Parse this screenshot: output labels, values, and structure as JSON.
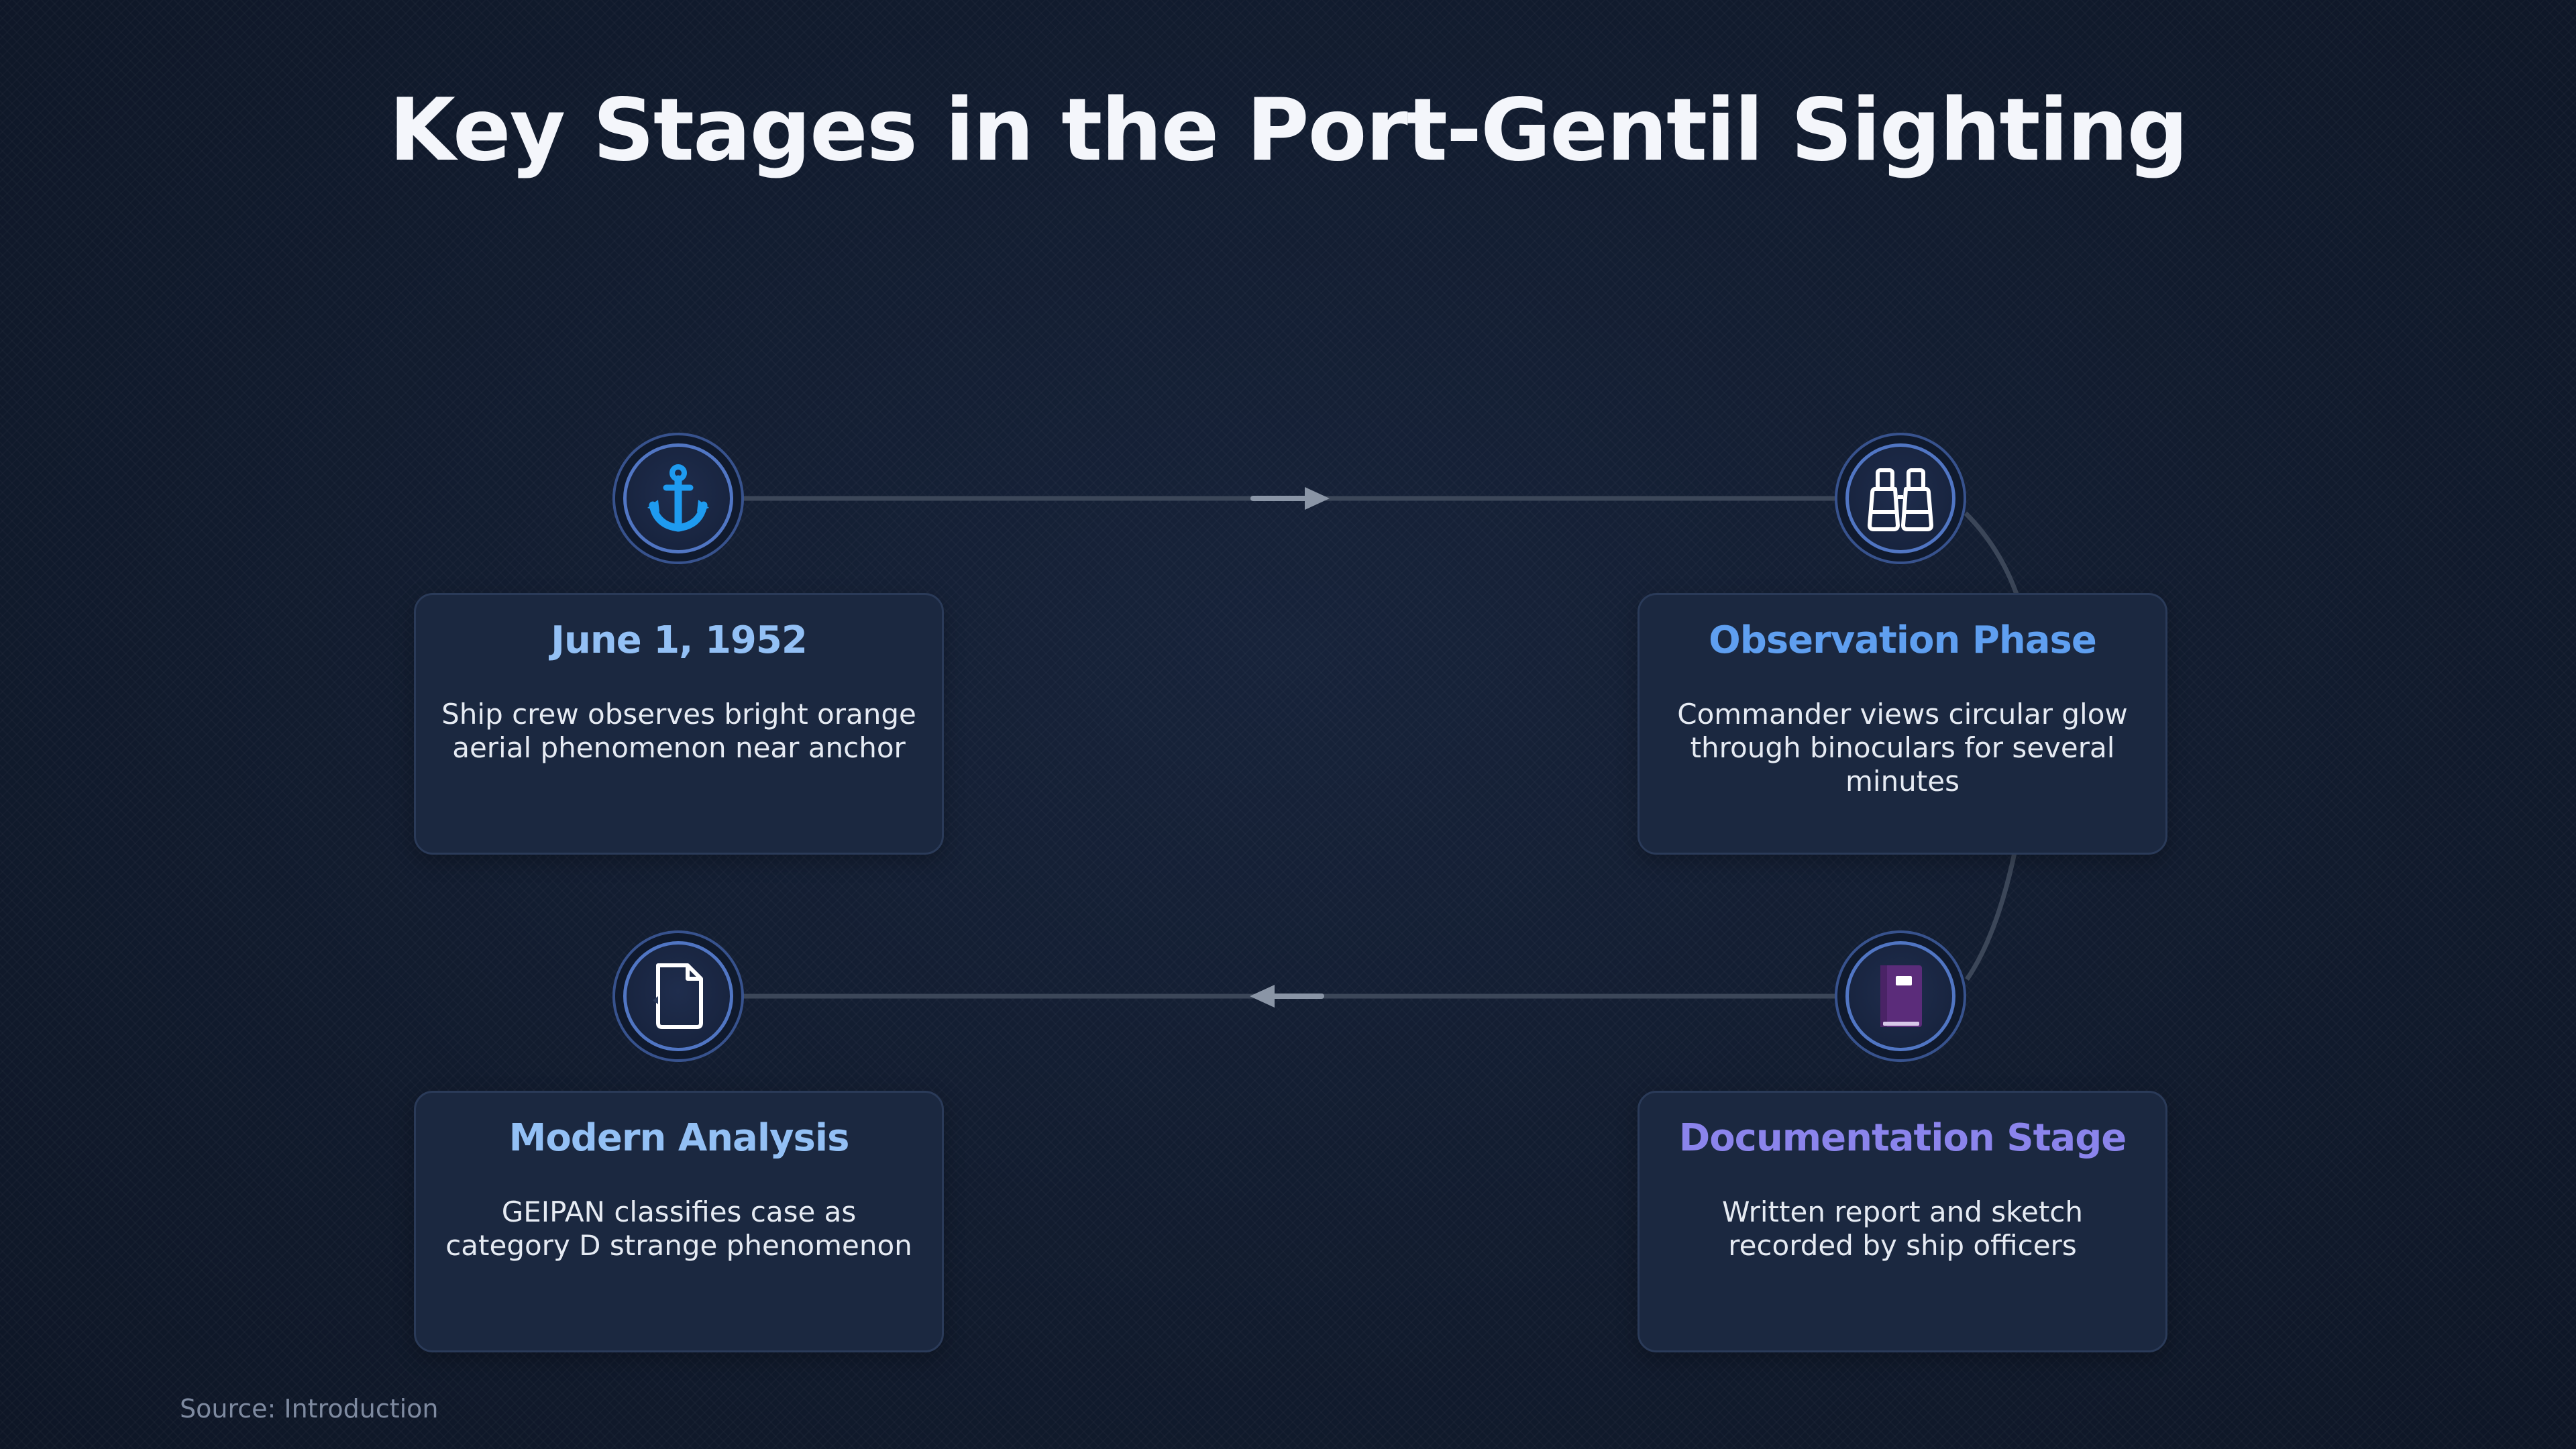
{
  "title": "Key Stages in the Port-Gentil Sighting",
  "stages": [
    {
      "icon": "anchor-icon",
      "title": "June 1, 1952",
      "title_color": "#93c0f5",
      "description": "Ship crew observes bright orange aerial phenomenon near anchor"
    },
    {
      "icon": "binoculars-icon",
      "title": "Observation Phase",
      "title_color": "#5f9ff0",
      "description": "Commander views circular glow through binoculars for several minutes"
    },
    {
      "icon": "book-icon",
      "title": "Documentation Stage",
      "title_color": "#8b84ec",
      "description": "Written report and sketch recorded by ship officers"
    },
    {
      "icon": "document-icon",
      "title": "Modern Analysis",
      "title_color": "#93c0f5",
      "description": "GEIPAN classifies case as category D strange phenomenon"
    }
  ],
  "source": "Source: Introduction",
  "colors": {
    "background": "#111b2d",
    "card": "#1b2840",
    "connector": "#3b4658",
    "arrow": "#7d889a"
  }
}
